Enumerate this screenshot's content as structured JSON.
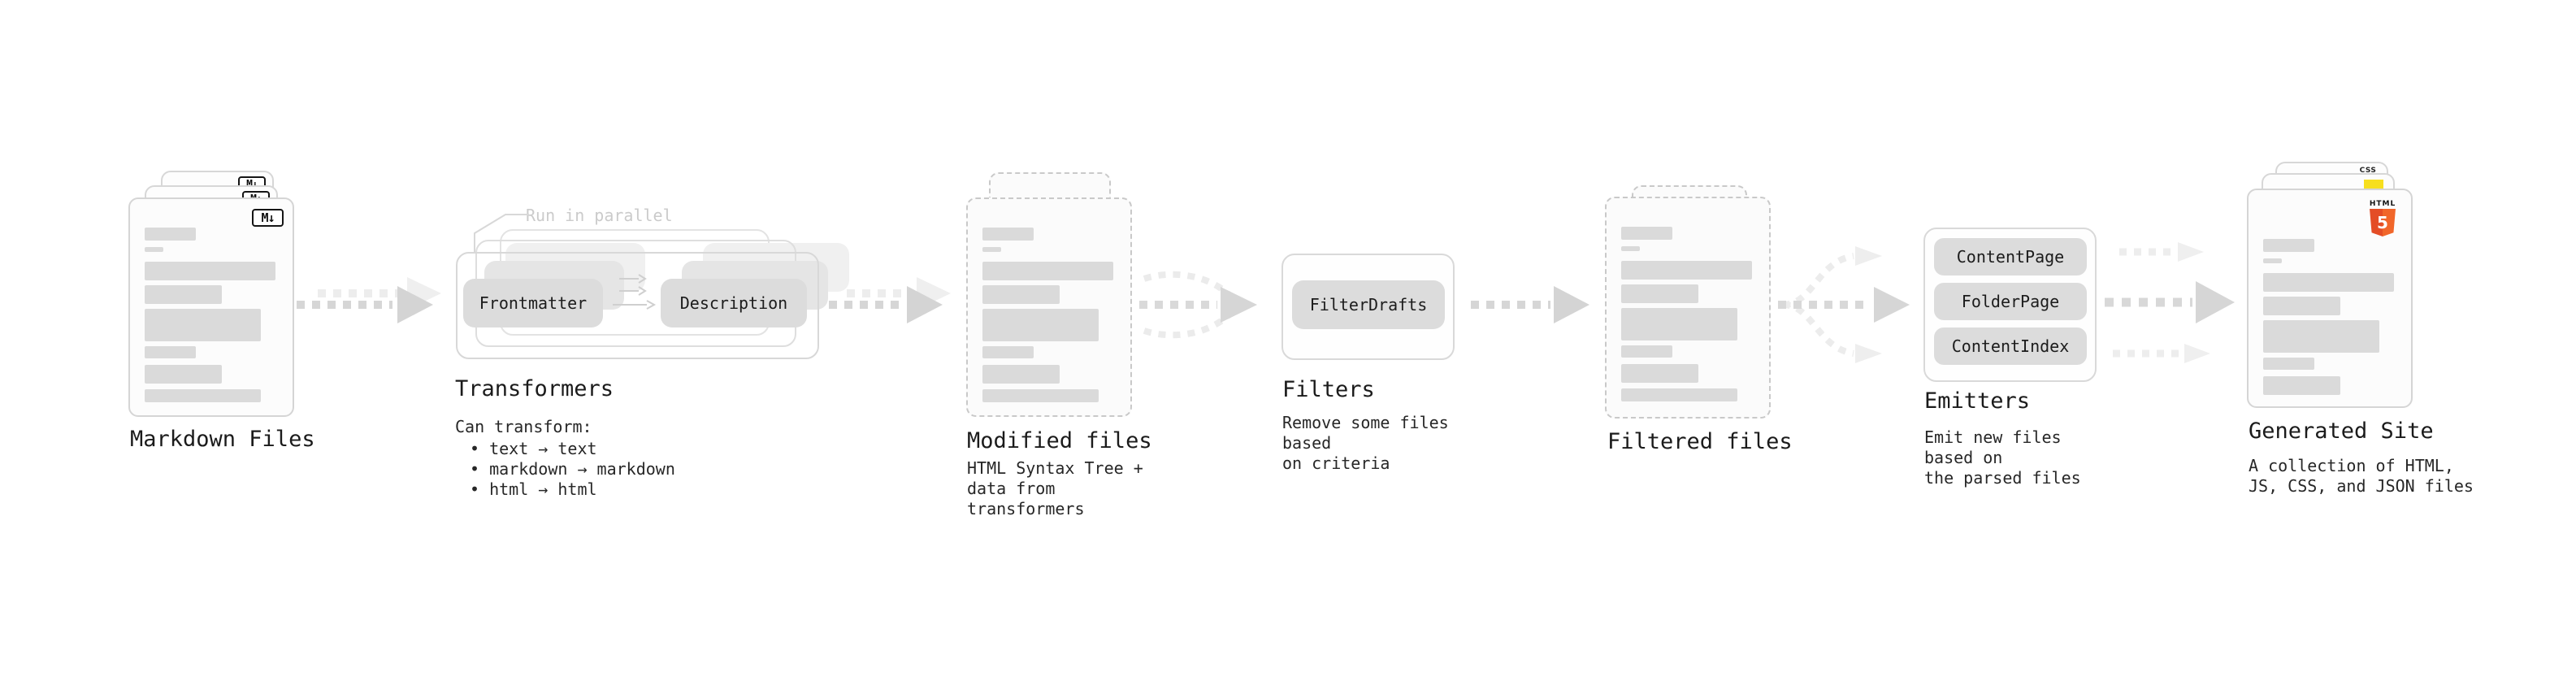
{
  "diagram": {
    "markdown_files": {
      "title": "Markdown Files",
      "logo": "M↓"
    },
    "transformers": {
      "annotation": "Run in parallel",
      "node_a": "Frontmatter",
      "node_b": "Description",
      "title": "Transformers",
      "heading": "Can transform:",
      "bullets": [
        "• text → text",
        "• markdown → markdown",
        "• html → html"
      ]
    },
    "modified_files": {
      "title": "Modified files",
      "description": "HTML Syntax Tree +\ndata from transformers"
    },
    "filters": {
      "node": "FilterDrafts",
      "title": "Filters",
      "description": "Remove some files based\non criteria"
    },
    "filtered_files": {
      "title": "Filtered files"
    },
    "emitters": {
      "nodes": [
        "ContentPage",
        "FolderPage",
        "ContentIndex"
      ],
      "title": "Emitters",
      "description": "Emit new files based on\nthe parsed files"
    },
    "generated_site": {
      "title": "Generated Site",
      "description": "A collection of HTML,\nJS, CSS, and JSON files",
      "badge_css": "CSS",
      "badge_html_word": "HTML",
      "badge_html_number": "5"
    }
  },
  "colors": {
    "html5_orange": "#e44d26",
    "css_blue": "#2b62f6",
    "js_yellow": "#f7df1e"
  }
}
